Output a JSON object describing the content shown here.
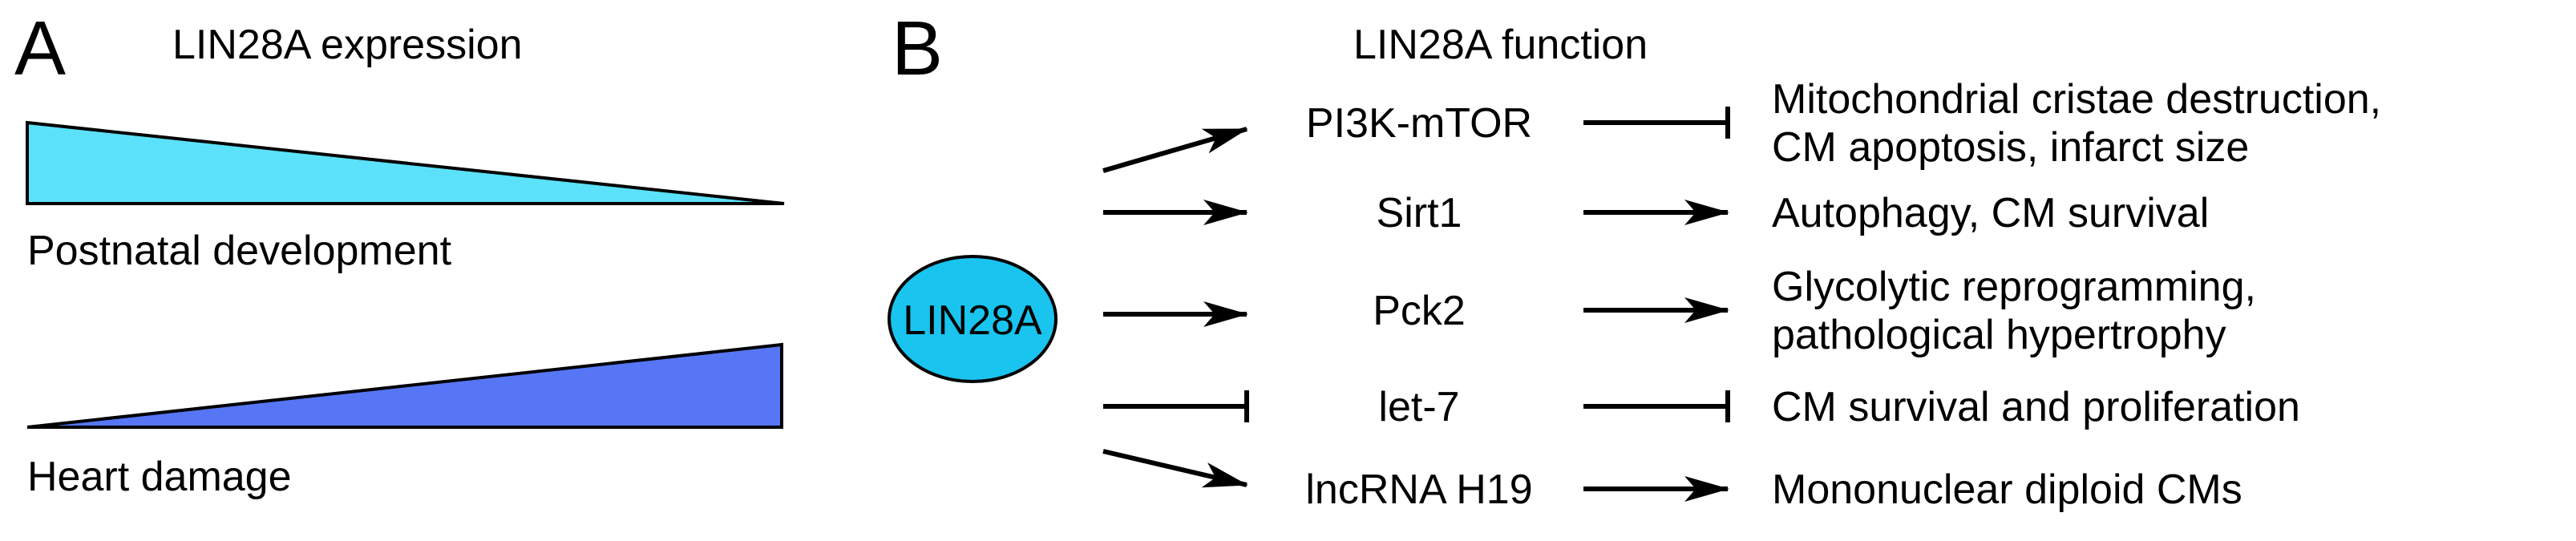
{
  "panel_a": {
    "letter": "A",
    "title": "LIN28A expression",
    "top_label": "Postnatal development",
    "bottom_label": "Heart damage",
    "top_color": "#5be1f9",
    "bottom_color": "#5676f5"
  },
  "panel_b": {
    "letter": "B",
    "title": "LIN28A function",
    "center": {
      "label": "LIN28A",
      "color": "#19c4ef"
    },
    "pathways": [
      {
        "target": "PI3K-mTOR",
        "input": "activation",
        "output": "inhibition",
        "effect_lines": [
          "Mitochondrial cristae destruction,",
          "CM apoptosis, infarct size"
        ]
      },
      {
        "target": "Sirt1",
        "input": "activation",
        "output": "activation",
        "effect_lines": [
          "Autophagy, CM survival"
        ]
      },
      {
        "target": "Pck2",
        "input": "activation",
        "output": "activation",
        "effect_lines": [
          "Glycolytic reprogramming,",
          "pathological hypertrophy"
        ]
      },
      {
        "target": "let-7",
        "input": "inhibition",
        "output": "inhibition",
        "effect_lines": [
          "CM survival and proliferation"
        ]
      },
      {
        "target": "lncRNA H19",
        "input": "activation",
        "output": "activation",
        "effect_lines": [
          "Mononuclear diploid CMs"
        ]
      }
    ]
  }
}
